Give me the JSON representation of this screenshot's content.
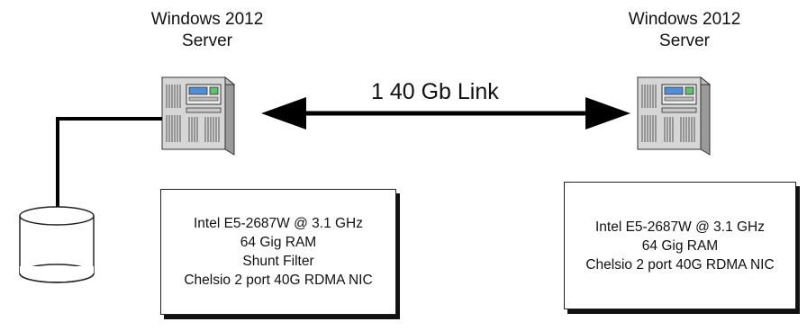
{
  "left_server": {
    "title_line1": "Windows 2012",
    "title_line2": "Server"
  },
  "right_server": {
    "title_line1": "Windows 2012",
    "title_line2": "Server"
  },
  "link": {
    "label": "1 40 Gb Link"
  },
  "left_specs": [
    "Intel E5-2687W @ 3.1 GHz",
    "64 Gig RAM",
    "Shunt Filter",
    "Chelsio 2 port 40G RDMA NIC"
  ],
  "right_specs": [
    "Intel E5-2687W @ 3.1 GHz",
    "64 Gig RAM",
    "Chelsio 2 port 40G RDMA NIC"
  ],
  "colors": {
    "server_body": "#d4d4d4",
    "panel_green": "#5fbf6a",
    "panel_blue": "#4f8fd8",
    "line": "#000000"
  }
}
